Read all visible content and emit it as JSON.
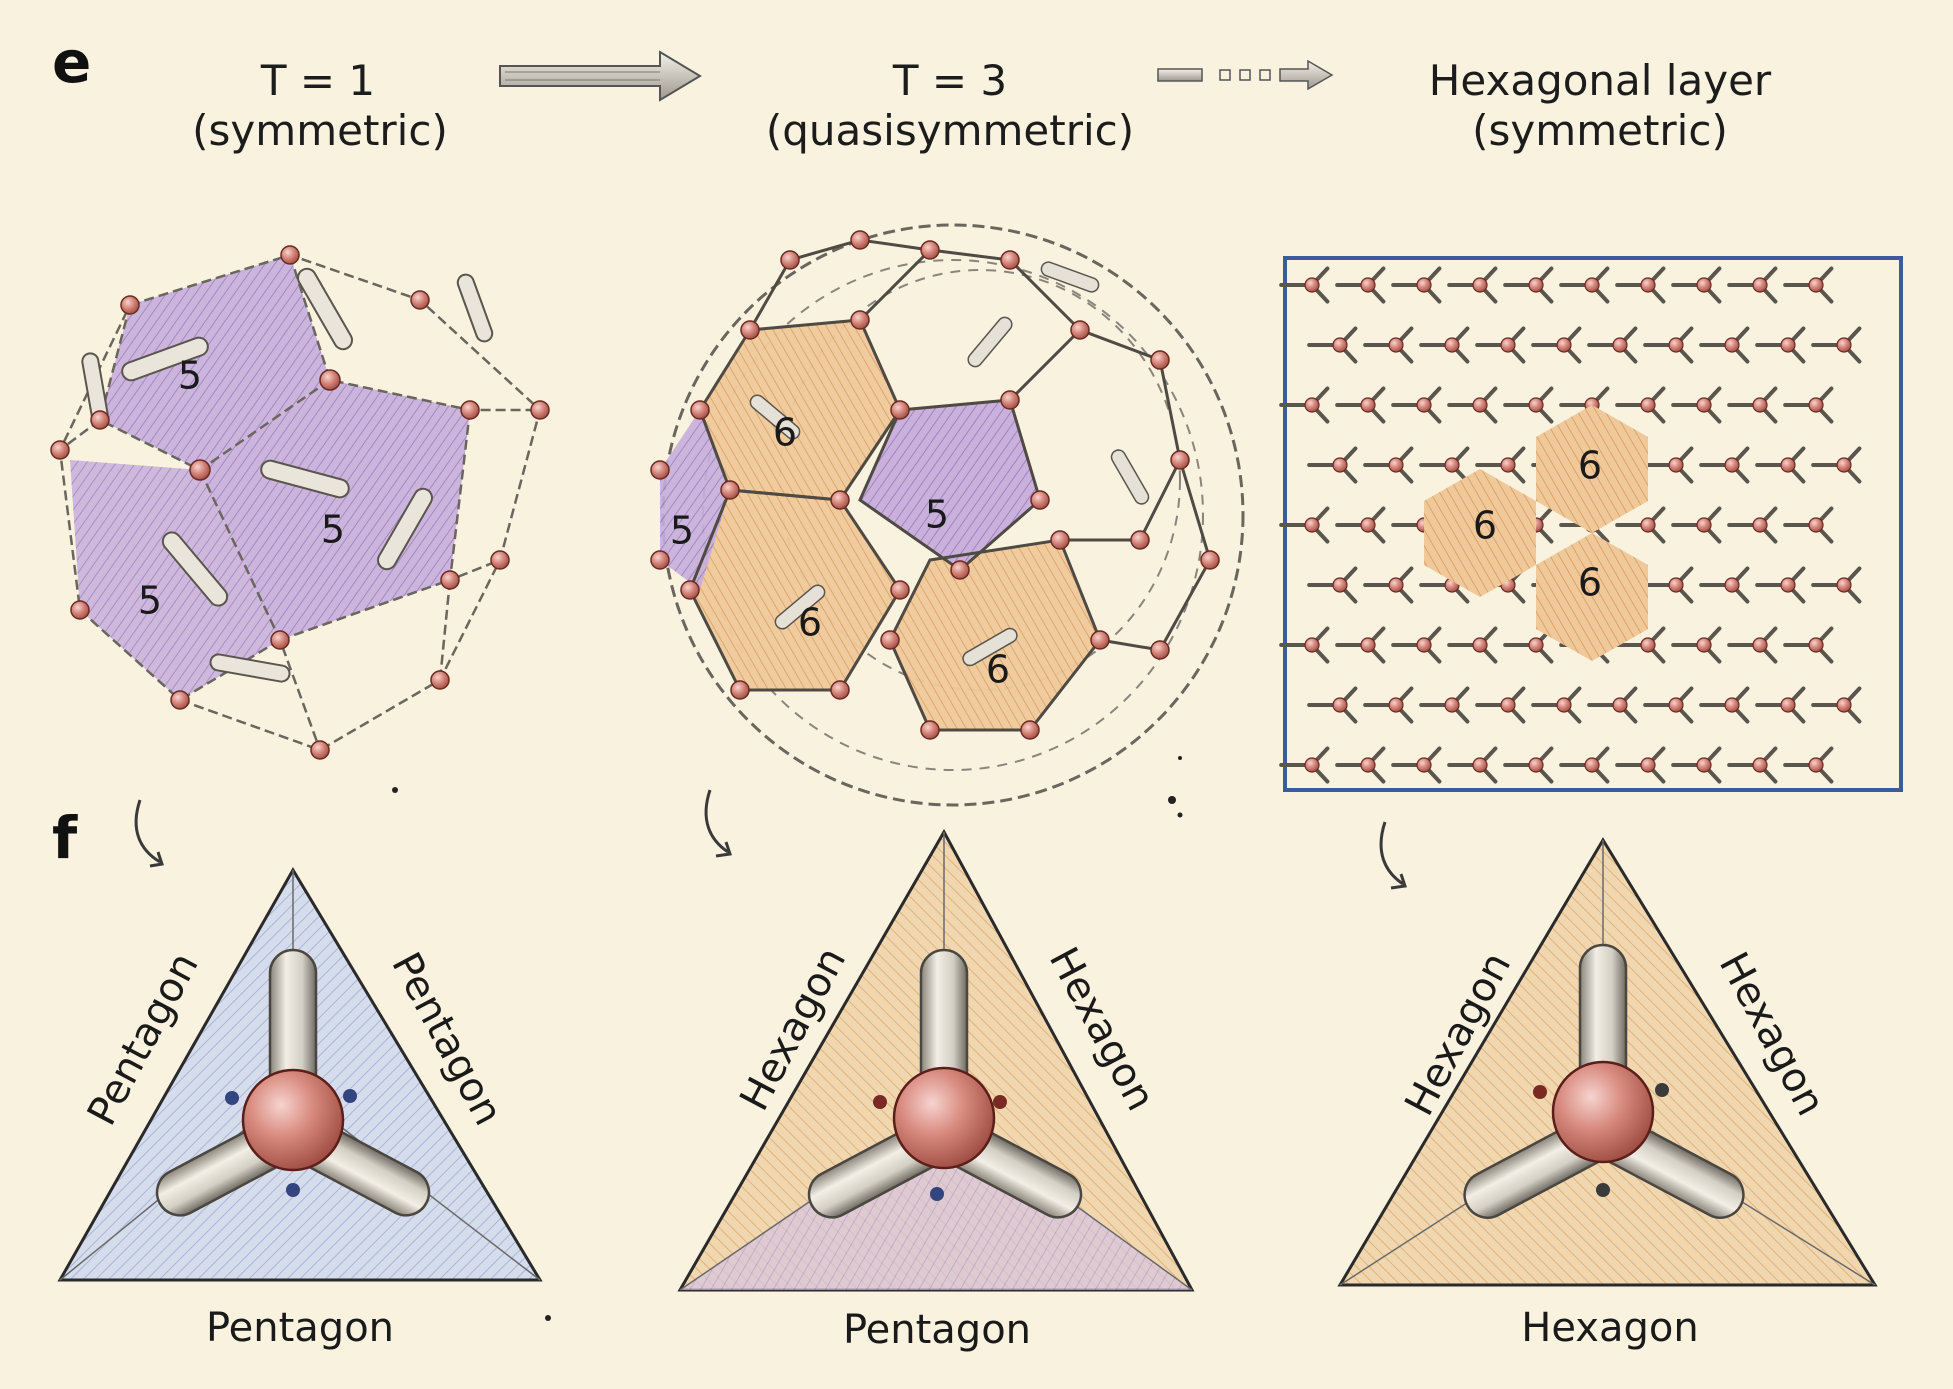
{
  "panels": {
    "e": "e",
    "f": "f"
  },
  "headings": [
    {
      "line1": "T = 1",
      "line2": "(symmetric)"
    },
    {
      "line1": "T = 3",
      "line2": "(quasisymmetric)"
    },
    {
      "line1": "Hexagonal layer",
      "line2": "(symmetric)"
    }
  ],
  "t1_cage": {
    "labels": [
      "5",
      "5",
      "5"
    ]
  },
  "t3_cage": {
    "labels": [
      "6",
      "5",
      "5",
      "6",
      "6"
    ]
  },
  "hex_layer": {
    "labels": [
      "6",
      "6",
      "6"
    ]
  },
  "motifs": [
    {
      "left": "Pentagon",
      "right": "Pentagon",
      "bottom": "Pentagon"
    },
    {
      "left": "Hexagon",
      "right": "Hexagon",
      "bottom": "Pentagon"
    },
    {
      "left": "Hexagon",
      "right": "Hexagon",
      "bottom": "Hexagon"
    }
  ],
  "colors": {
    "background": "#f8f2de",
    "pentagon_fill": "#c7aedc",
    "hexagon_fill": "#f0c99a",
    "layer_frame": "#3d5a9c",
    "node": "#d98b80"
  }
}
